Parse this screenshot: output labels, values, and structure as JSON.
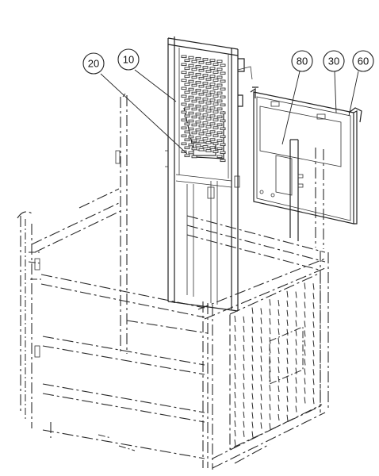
{
  "diagram": {
    "callouts": [
      {
        "id": "c20",
        "label": "20"
      },
      {
        "id": "c10",
        "label": "10"
      },
      {
        "id": "c80",
        "label": "80"
      },
      {
        "id": "c30",
        "label": "30"
      },
      {
        "id": "c60",
        "label": "60"
      }
    ]
  }
}
